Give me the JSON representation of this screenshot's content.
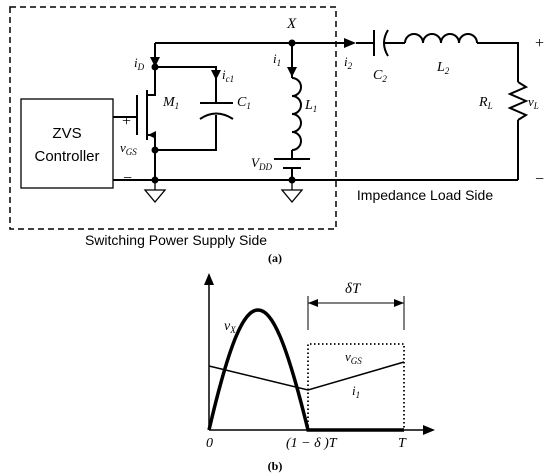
{
  "circuit": {
    "controller_line1": "ZVS",
    "controller_line2": "Controller",
    "plus": "+",
    "minus": "−",
    "node_x": "X",
    "id": "i",
    "id_sub": "D",
    "ic1": "i",
    "ic1_sub": "c1",
    "i1": "i",
    "i1_sub": "1",
    "i2": "i",
    "i2_sub": "2",
    "m1": "M",
    "m1_sub": "1",
    "c1": "C",
    "c1_sub": "1",
    "l1": "L",
    "l1_sub": "1",
    "vgs": "v",
    "vgs_sub": "GS",
    "vdd": "V",
    "vdd_sub": "DD",
    "c2": "C",
    "c2_sub": "2",
    "l2": "L",
    "l2_sub": "2",
    "rl": "R",
    "rl_sub": "L",
    "vl": "v",
    "vl_sub": "L",
    "load_plus": "+",
    "load_minus": "−",
    "supply_side_label": "Switching Power Supply Side",
    "load_side_label": "Impedance Load Side",
    "caption_a": "(a)"
  },
  "waveform": {
    "vx": "v",
    "vx_sub": "X",
    "vgs": "v",
    "vgs_sub": "GS",
    "i1": "i",
    "i1_sub": "1",
    "delta_t": "δT",
    "tick_0": "0",
    "tick_mid": "(1 − δ )T",
    "tick_t": "T",
    "caption_b": "(b)"
  }
}
